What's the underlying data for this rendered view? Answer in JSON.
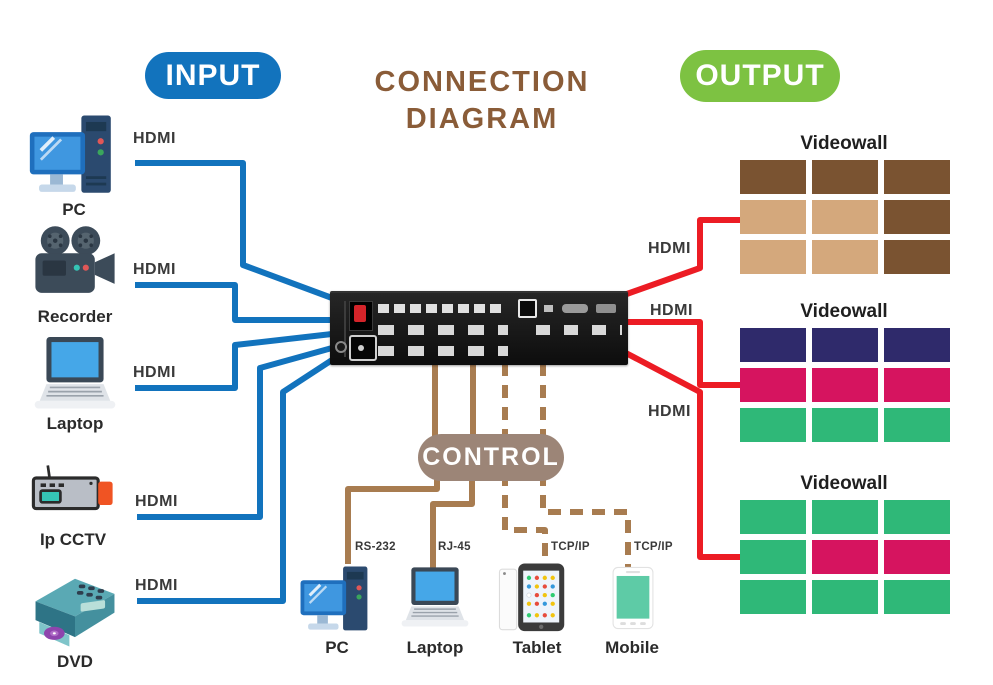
{
  "badges": {
    "input": "INPUT",
    "output": "OUTPUT",
    "control": "CONTROL"
  },
  "title": {
    "line1": "CONNECTION",
    "line2": "DIAGRAM"
  },
  "inputs": [
    {
      "name": "PC",
      "cable": "HDMI"
    },
    {
      "name": "Recorder",
      "cable": "HDMI"
    },
    {
      "name": "Laptop",
      "cable": "HDMI"
    },
    {
      "name": "Ip CCTV",
      "cable": "HDMI"
    },
    {
      "name": "DVD",
      "cable": "HDMI"
    }
  ],
  "outputs": [
    {
      "cable": "HDMI"
    },
    {
      "cable": "HDMI"
    },
    {
      "cable": "HDMI"
    }
  ],
  "control_devices": [
    {
      "name": "PC",
      "connection": "RS-232",
      "line": "solid"
    },
    {
      "name": "Laptop",
      "connection": "RJ-45",
      "line": "solid"
    },
    {
      "name": "Tablet",
      "connection": "TCP/IP",
      "line": "dashed"
    },
    {
      "name": "Mobile",
      "connection": "TCP/IP",
      "line": "dashed"
    }
  ],
  "videowalls": [
    {
      "title": "Videowall",
      "tiles": [
        [
          "dark_brown",
          "dark_brown",
          "dark_brown"
        ],
        [
          "tan",
          "tan",
          "dark_brown"
        ],
        [
          "tan",
          "tan",
          "dark_brown"
        ]
      ]
    },
    {
      "title": "Videowall",
      "tiles": [
        [
          "navy",
          "navy",
          "navy"
        ],
        [
          "pink",
          "pink",
          "pink"
        ],
        [
          "green",
          "green",
          "green"
        ]
      ]
    },
    {
      "title": "Videowall",
      "tiles": [
        [
          "green",
          "green",
          "green"
        ],
        [
          "green",
          "pink",
          "pink"
        ],
        [
          "green",
          "green",
          "green"
        ]
      ]
    }
  ],
  "colors": {
    "input_blue": "#1273bd",
    "output_green": "#7dc242",
    "control_taupe": "#9c8577",
    "red_line": "#ec1c24",
    "brown_line": "#a87c50",
    "title_brown": "#8a5c38",
    "label_text": "#3a3a3a",
    "tile_dark_brown": "#7a5331",
    "tile_tan": "#d4a87c",
    "tile_navy": "#2f2a6b",
    "tile_pink": "#d6145f",
    "tile_green": "#2fb878"
  }
}
